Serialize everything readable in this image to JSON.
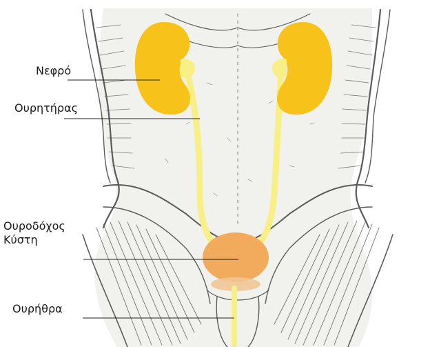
{
  "labels": {
    "kidney": "Νεφρό",
    "ureter": "Ουρητήρας",
    "bladder_line1": "Ουροδόχος",
    "bladder_line2": "Κύστη",
    "urethra": "Ουρήθρα"
  },
  "colors": {
    "kidney": "#f7c31a",
    "ureter": "#f8ef86",
    "bladder": "#f2aa5c",
    "sketch": "#5a5a5a",
    "leader_line": "#222222"
  }
}
